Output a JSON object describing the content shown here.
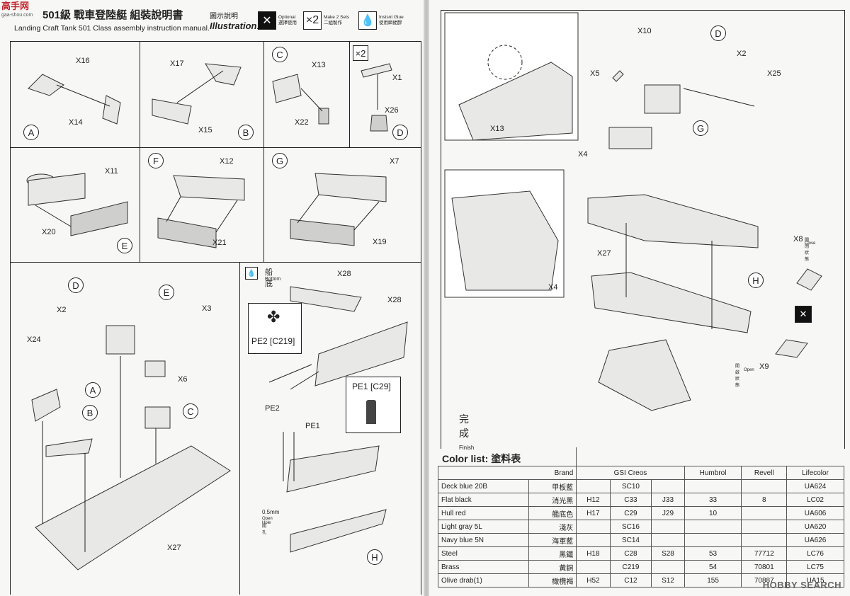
{
  "watermark": {
    "main": "高手网",
    "sub": "gaa-shou.com"
  },
  "header": {
    "title_cn": "501級 戰車登陸艇 組裝說明書",
    "title_en": "Landing Craft Tank 501 Class assembly instruction manual.",
    "legend_cn": "圖示說明",
    "legend_en": "Illustration:",
    "optional_en": "Optional",
    "optional_cn": "選擇使用",
    "make2": "×2",
    "make2_en": "Make 2 Sets",
    "make2_cn": "二組製作",
    "glue_en": "Instsnt Glue",
    "glue_cn": "使用瞬間膠"
  },
  "steps": {
    "A": {
      "label": "A",
      "parts": [
        "X16",
        "X14"
      ]
    },
    "B": {
      "label": "B",
      "parts": [
        "X17",
        "X15"
      ]
    },
    "C": {
      "label": "C",
      "parts": [
        "X13",
        "X22"
      ]
    },
    "D": {
      "label": "D",
      "times": "×2",
      "parts": [
        "X1",
        "X26"
      ]
    },
    "E": {
      "label": "E",
      "parts": [
        "X11",
        "X20"
      ]
    },
    "F": {
      "label": "F",
      "parts": [
        "X12",
        "X21"
      ]
    },
    "G": {
      "label": "G",
      "parts": [
        "X7",
        "X19"
      ]
    },
    "main": {
      "parts": [
        "X2",
        "X3",
        "X24",
        "X6",
        "X27"
      ],
      "subs": [
        "D",
        "E",
        "A",
        "B",
        "C"
      ]
    },
    "H": {
      "label": "H",
      "bottom_cn": "船底",
      "bottom_en": "Bottom",
      "parts": [
        "X28",
        "X28"
      ],
      "pe2_label": "PE2 [C219]",
      "pe1_label": "PE1 [C29]",
      "pe2": "PE2",
      "pe1": "PE1",
      "hole_size": "0.5mm",
      "hole_en": "Open Hole",
      "hole_cn": "開孔"
    },
    "final": {
      "parts": [
        "X10",
        "X2",
        "X25",
        "X5",
        "X13",
        "X4",
        "X4",
        "X27",
        "X8",
        "X9"
      ],
      "subs": [
        "D",
        "G",
        "H"
      ],
      "x8_cn": "關閉狀態",
      "x8_en": "Close",
      "x9_cn": "開啟狀態",
      "x9_en": "Open",
      "finish_cn": "完成",
      "finish_en": "Finish"
    }
  },
  "color_list": {
    "title": "Color list: 塗料表",
    "headers": {
      "brand": "Brand",
      "gsi": "GSI Creos",
      "humbrol": "Humbrol",
      "revell": "Revell",
      "lifecolor": "Lifecolor"
    },
    "rows": [
      {
        "en": "Deck blue 20B",
        "cn": "甲板藍",
        "h": "",
        "c": "SC10",
        "j": "",
        "humbrol": "",
        "revell": "",
        "life": "UA624"
      },
      {
        "en": "Flat black",
        "cn": "消光黑",
        "h": "H12",
        "c": "C33",
        "j": "J33",
        "humbrol": "33",
        "revell": "8",
        "life": "LC02"
      },
      {
        "en": "Hull red",
        "cn": "艦底色",
        "h": "H17",
        "c": "C29",
        "j": "J29",
        "humbrol": "10",
        "revell": "",
        "life": "UA606"
      },
      {
        "en": "Light gray 5L",
        "cn": "淺灰",
        "h": "",
        "c": "SC16",
        "j": "",
        "humbrol": "",
        "revell": "",
        "life": "UA620"
      },
      {
        "en": "Navy blue 5N",
        "cn": "海軍藍",
        "h": "",
        "c": "SC14",
        "j": "",
        "humbrol": "",
        "revell": "",
        "life": "UA626"
      },
      {
        "en": "Steel",
        "cn": "黑鐵",
        "h": "H18",
        "c": "C28",
        "j": "S28",
        "humbrol": "53",
        "revell": "77712",
        "life": "LC76"
      },
      {
        "en": "Brass",
        "cn": "黃銅",
        "h": "",
        "c": "C219",
        "j": "",
        "humbrol": "54",
        "revell": "70801",
        "life": "LC75"
      },
      {
        "en": "Olive drab(1)",
        "cn": "橄欖褐",
        "h": "H52",
        "c": "C12",
        "j": "S12",
        "humbrol": "155",
        "revell": "70887",
        "life": "UA15"
      }
    ]
  },
  "footer": {
    "brand": "HOBBY SEARCH"
  }
}
